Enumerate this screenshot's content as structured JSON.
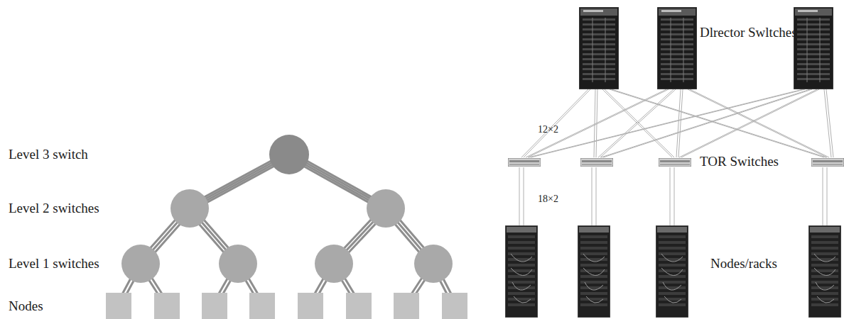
{
  "diagram": {
    "labels": [
      "Level 3 switch",
      "Level 2 switches",
      "Level 1 switches",
      "Nodes",
      "Dlrector Swltches",
      "12×2",
      "TOR Switches",
      "18×2",
      "Nodes/racks"
    ]
  }
}
